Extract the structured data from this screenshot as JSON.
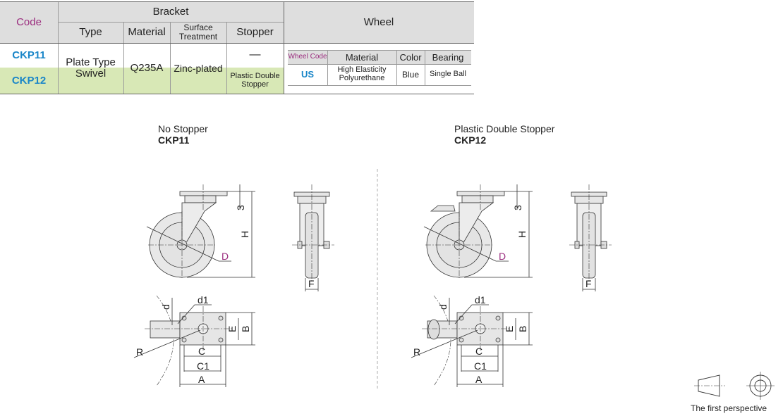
{
  "table": {
    "headers": {
      "code": "Code",
      "bracket": "Bracket",
      "type": "Type",
      "material": "Material",
      "surface": "Surface Treatment",
      "stopper": "Stopper",
      "wheel": "Wheel"
    },
    "rows": [
      {
        "code": "CKP11",
        "stopper": "—"
      },
      {
        "code": "CKP12",
        "stopper": "Plastic Double Stopper"
      }
    ],
    "shared": {
      "type": "Plate Type Swivel",
      "material": "Q235A",
      "surface": "Zinc-plated"
    },
    "wheel_table": {
      "headers": {
        "code": "Wheel Code",
        "material": "Material",
        "color": "Color",
        "bearing": "Bearing"
      },
      "row": {
        "code": "US",
        "material": "High Elasticity Polyurethane",
        "color": "Blue",
        "bearing": "Single Ball"
      }
    }
  },
  "drawings": [
    {
      "title": "No Stopper",
      "code": "CKP11"
    },
    {
      "title": "Plastic Double Stopper",
      "code": "CKP12"
    }
  ],
  "dim_labels": {
    "three": "3",
    "H": "H",
    "D": "D",
    "F": "F",
    "d": "d",
    "d1": "d1",
    "E": "E",
    "B": "B",
    "R": "R",
    "C": "C",
    "C1": "C1",
    "A": "A"
  },
  "projection_label": "The first perspective",
  "colors": {
    "code_header": "#9b2d7f",
    "code_blue": "#1a86c8",
    "green": "#d8e8b6",
    "header_gray": "#dedede"
  }
}
